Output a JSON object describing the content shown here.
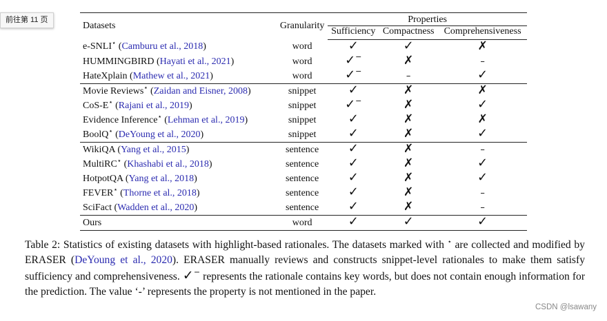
{
  "goto_label": "前往第 11 页",
  "table": {
    "headers": {
      "datasets": "Datasets",
      "granularity": "Granularity",
      "properties": "Properties",
      "sufficiency": "Sufficiency",
      "compactness": "Compactness",
      "comprehensiveness": "Comprehensiveness"
    },
    "groups": [
      [
        {
          "name": "e-SNLI",
          "star": true,
          "cite": "Camburu et al., 2018",
          "granularity": "word",
          "suff": "check",
          "comp": "check",
          "compr": "cross"
        },
        {
          "name": "HUMMINGBIRD",
          "star": false,
          "cite": "Hayati et al., 2021",
          "granularity": "word",
          "suff": "partial",
          "comp": "cross",
          "compr": "dash"
        },
        {
          "name": "HateXplain",
          "star": false,
          "cite": "Mathew et al., 2021",
          "granularity": "word",
          "suff": "partial",
          "comp": "dash",
          "compr": "check"
        }
      ],
      [
        {
          "name": "Movie Reviews",
          "star": true,
          "cite": "Zaidan and Eisner, 2008",
          "granularity": "snippet",
          "suff": "check",
          "comp": "cross",
          "compr": "cross"
        },
        {
          "name": "CoS-E",
          "star": true,
          "cite": "Rajani et al., 2019",
          "granularity": "snippet",
          "suff": "partial",
          "comp": "cross",
          "compr": "check"
        },
        {
          "name": "Evidence Inference",
          "star": true,
          "cite": "Lehman et al., 2019",
          "granularity": "snippet",
          "suff": "check",
          "comp": "cross",
          "compr": "cross"
        },
        {
          "name": "BoolQ",
          "star": true,
          "cite": "DeYoung et al., 2020",
          "granularity": "snippet",
          "suff": "check",
          "comp": "cross",
          "compr": "check"
        }
      ],
      [
        {
          "name": "WikiQA",
          "star": false,
          "cite": "Yang et al., 2015",
          "granularity": "sentence",
          "suff": "check",
          "comp": "cross",
          "compr": "dash"
        },
        {
          "name": "MultiRC",
          "star": true,
          "cite": "Khashabi et al., 2018",
          "granularity": "sentence",
          "suff": "check",
          "comp": "cross",
          "compr": "check"
        },
        {
          "name": "HotpotQA",
          "star": false,
          "cite": "Yang et al., 2018",
          "granularity": "sentence",
          "suff": "check",
          "comp": "cross",
          "compr": "check"
        },
        {
          "name": "FEVER",
          "star": true,
          "cite": "Thorne et al., 2018",
          "granularity": "sentence",
          "suff": "check",
          "comp": "cross",
          "compr": "dash"
        },
        {
          "name": "SciFact",
          "star": false,
          "cite": "Wadden et al., 2020",
          "granularity": "sentence",
          "suff": "check",
          "comp": "cross",
          "compr": "dash"
        }
      ],
      [
        {
          "name": "Ours",
          "star": false,
          "cite": "",
          "granularity": "word",
          "suff": "check",
          "comp": "check",
          "compr": "check"
        }
      ]
    ]
  },
  "caption": {
    "p1": "Table 2: Statistics of existing datasets with highlight-based rationales. The datasets marked with ",
    "star": "⋆",
    "p2": " are collected and modified by ERASER (",
    "cite": "DeYoung et al., 2020",
    "p3": "). ERASER manually reviews and constructs snippet-level rationales to make them satisfy sufficiency and comprehensiveness. ",
    "p4": " represents the rationale contains key words, but does not contain enough information for the prediction. The value ‘-’ represents the property is not mentioned in the paper."
  },
  "watermark": "CSDN @lsawany"
}
